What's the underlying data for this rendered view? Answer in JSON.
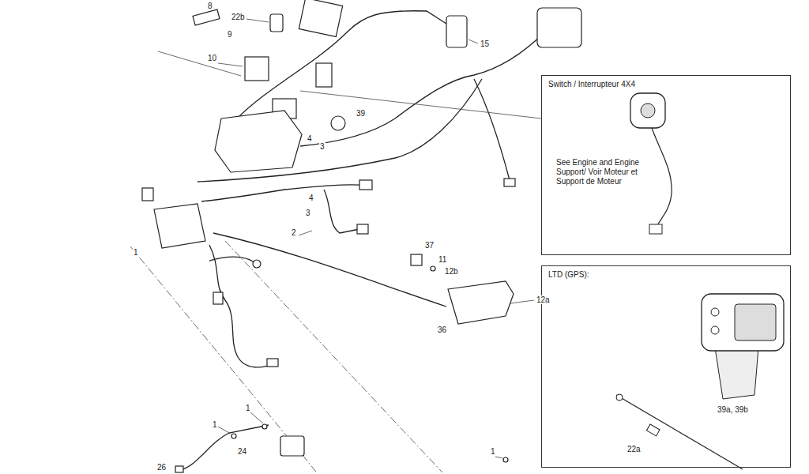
{
  "diagram": {
    "nodes": [
      {
        "text": [
          "Switch / Interrupteur 4X4",
          "See Engine and Engine Support/ Voir Moteur et Support de Moteur"
        ]
      },
      {
        "text": [
          "LTD (GPS):",
          "39a, 39b",
          "22a"
        ]
      }
    ],
    "labels": [
      "8",
      "22b",
      "9",
      "10",
      "15",
      "39",
      "4",
      "3",
      "4",
      "3",
      "2",
      "1",
      "37",
      "11",
      "12b",
      "12a",
      "36",
      "1",
      "1",
      "24",
      "26",
      "1"
    ]
  }
}
